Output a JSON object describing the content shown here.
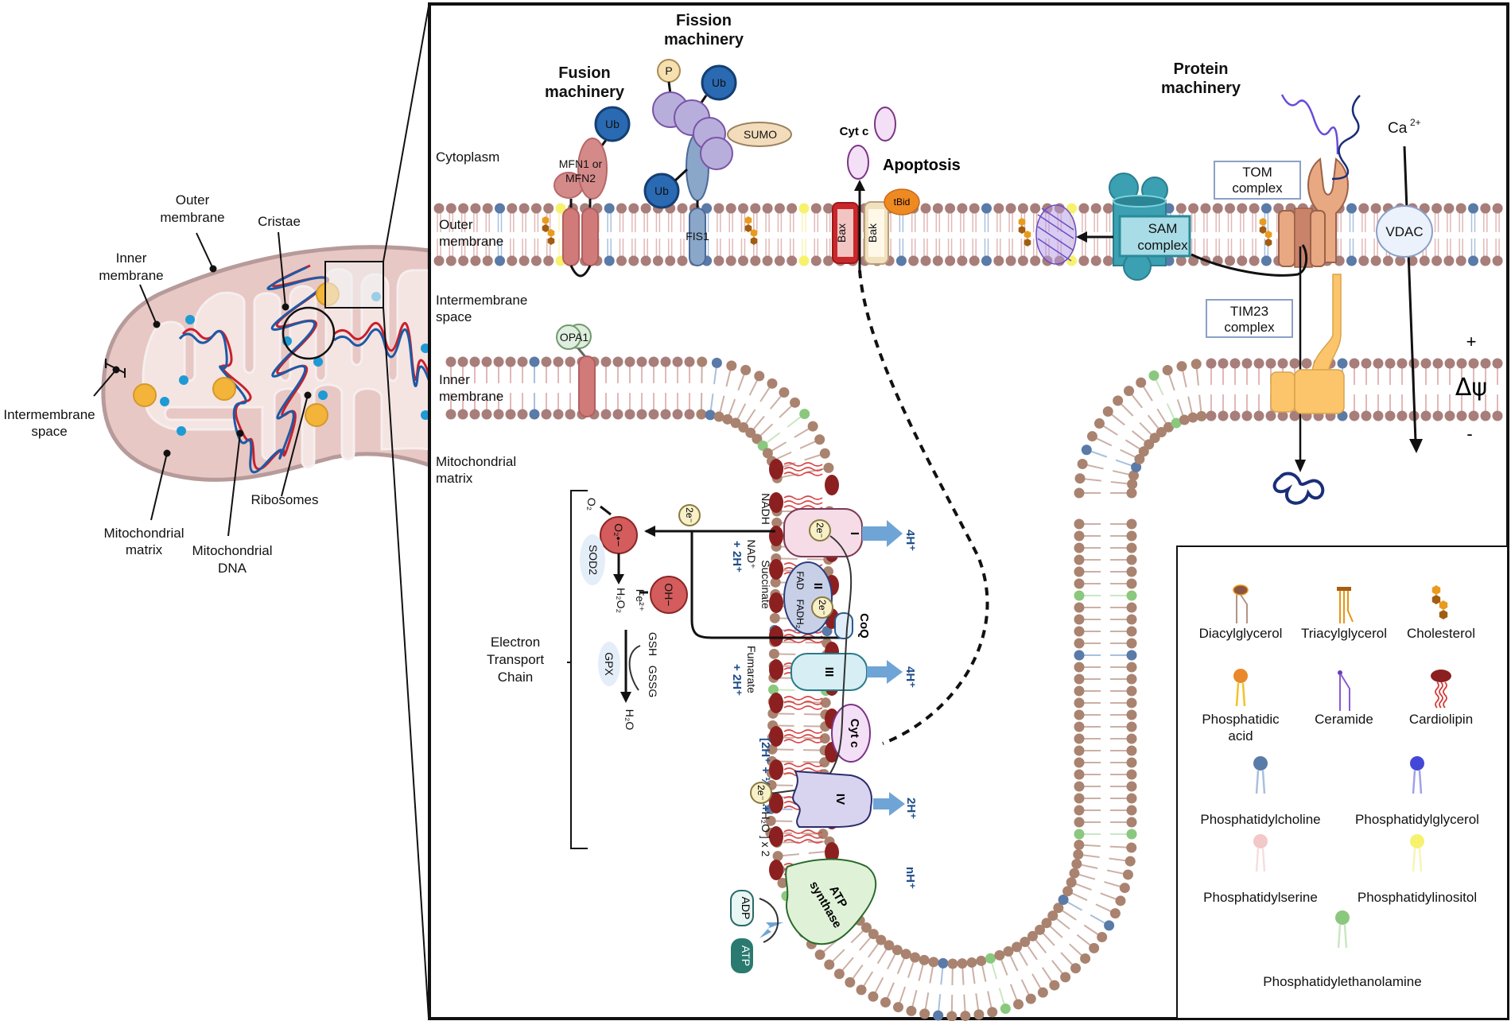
{
  "overview": {
    "labels": {
      "outer_membrane": [
        "Outer",
        "membrane"
      ],
      "inner_membrane": [
        "Inner",
        "membrane"
      ],
      "cristae": "Cristae",
      "intermembrane_space": [
        "Intermembrane",
        "space"
      ],
      "mitochondrial_matrix": [
        "Mitochondrial",
        "matrix"
      ],
      "mitochondrial_dna": [
        "Mitochondrial",
        "DNA"
      ],
      "ribosomes": "Ribosomes"
    }
  },
  "detail": {
    "regions": {
      "cytoplasm": "Cytoplasm",
      "outer_membrane": [
        "Outer",
        "membrane"
      ],
      "intermembrane_space": [
        "Intermembrane",
        "space"
      ],
      "inner_membrane": [
        "Inner",
        "membrane"
      ],
      "matrix": [
        "Mitochondrial",
        "matrix"
      ]
    },
    "fusion": {
      "title": [
        "Fusion",
        "machinery"
      ],
      "mfn": [
        "MFN1 or",
        "MFN2"
      ],
      "ub": "Ub",
      "opa1": "OPA1"
    },
    "fission": {
      "title": [
        "Fission",
        "machinery"
      ],
      "p": "P",
      "ub": "Ub",
      "sumo": "SUMO",
      "fis1": "FIS1"
    },
    "apoptosis": {
      "title": "Apoptosis",
      "cytc": "Cyt c",
      "bax": "Bax",
      "bak": "Bak",
      "tbid": "tBid"
    },
    "protein": {
      "title": [
        "Protein",
        "machinery"
      ],
      "sam": [
        "SAM",
        "complex"
      ],
      "tom": [
        "TOM",
        "complex"
      ],
      "tim": [
        "TIM23",
        "complex"
      ],
      "vdac": "VDAC",
      "ca": "Ca",
      "ca_sup": "2+",
      "plus": "+",
      "minus": "-",
      "dpsi": "Δψ"
    },
    "etc": {
      "title": [
        "Electron",
        "Transport",
        "Chain"
      ],
      "o2": "O₂",
      "superoxide": "O₂•−",
      "sod2": "SOD2",
      "h2o2": "H₂O₂",
      "fe": "Fe²⁺",
      "oh": "OH−",
      "gpx": "GPX",
      "gsh": "GSH",
      "gssg": "GSSG",
      "h2o": "H₂O",
      "e2": "2e⁻",
      "nadh": "NADH",
      "nad": "NAD⁺",
      "plus2h": "+ 2H⁺",
      "succinate": "Succinate",
      "fumarate": "Fumarate",
      "fad": "FAD",
      "fadh2": "FADH₂",
      "coq": "CoQ",
      "cytc": "Cyt c",
      "complex_i": "I",
      "complex_ii": "II",
      "complex_iii": "III",
      "complex_iv": "IV",
      "h4": "4H⁺",
      "h2": "2H⁺",
      "nh": "nH⁺",
      "reaction_a": "[2H⁺ + ½O₂ +",
      "reaction_b": "→ H₂O ] x 2",
      "atp_synthase": [
        "ATP",
        "synthase"
      ],
      "adp": "ADP",
      "atp": "ATP"
    }
  },
  "legend": {
    "items": [
      {
        "name": "Diacylglycerol",
        "head": "#8b5543",
        "tail": "#b39484"
      },
      {
        "name": "Triacylglycerol",
        "head": "#a85c10",
        "tail": "#e99412"
      },
      {
        "name": "Cholesterol",
        "head": "#e99b1e",
        "tail": "#a25d10"
      },
      {
        "name": "Phosphatidic",
        "name2": "acid",
        "head": "#e9892a",
        "tail": "#f1c22d"
      },
      {
        "name": "Ceramide",
        "head": "#6a3fb5",
        "tail": "#8a5ad0"
      },
      {
        "name": "Cardiolipin",
        "head": "#8c2020",
        "tail": "#d43c3c"
      },
      {
        "name": "Phosphatidylcholine",
        "head": "#5a7aa8",
        "tail": "#a8c0de"
      },
      {
        "name": "Phosphatidylglycerol",
        "head": "#4348d6",
        "tail": "#9ea3e6"
      },
      {
        "name": "Phosphatidylserine",
        "head": "#f2c8c8",
        "tail": "#f6dede"
      },
      {
        "name": "Phosphatidylinositol",
        "head": "#f6f26e",
        "tail": "#f8f4b6"
      },
      {
        "name": "Phosphatidylethanolamine",
        "head": "#8ac87e",
        "tail": "#cbe6c4"
      }
    ]
  },
  "colors": {
    "lipid_head": "#a87e7a",
    "lipid_head_inner": "#a98370",
    "pc": "#5a7aa8",
    "pi": "#f6f26e",
    "pe": "#8ac87e",
    "cardiolipin": "#8c2020",
    "mito_fill": "#e8c8c4",
    "mito_edge": "#b79a9a",
    "ribosome": "#f4b43a",
    "dot": "#1e9ad4"
  }
}
